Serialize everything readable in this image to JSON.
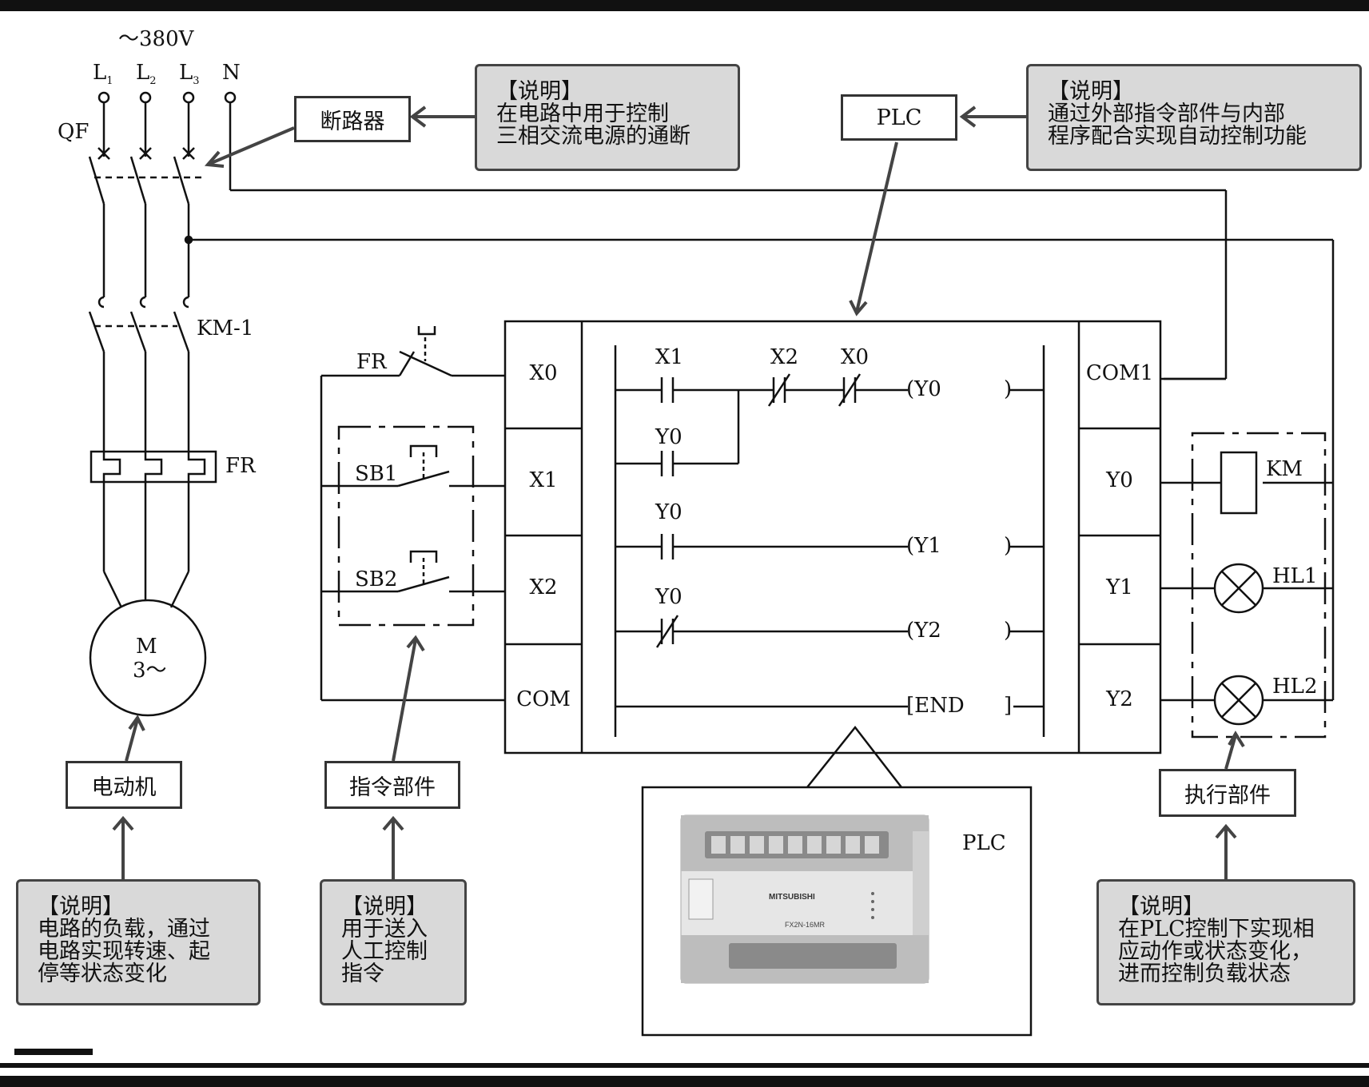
{
  "power": {
    "voltage": "～380V",
    "l1": "L",
    "l1_sub": "1",
    "l2": "L",
    "l2_sub": "2",
    "l3": "L",
    "l3_sub": "3",
    "n": "N"
  },
  "labels": {
    "qf": "QF",
    "km1": "KM-1",
    "fr_top": "FR",
    "fr_left": "FR",
    "sb1": "SB1",
    "sb2": "SB2",
    "motor_m": "M",
    "motor_3": "3～",
    "km": "KM",
    "hl1": "HL1",
    "hl2": "HL2",
    "plc_img": "PLC"
  },
  "tags": {
    "breaker": "断路器",
    "plc": "PLC",
    "motor": "电动机",
    "command": "指令部件",
    "actuator": "执行部件"
  },
  "notes": {
    "breaker": {
      "title": "【说明】",
      "lines": [
        "在电路中用于控制",
        "三相交流电源的通断"
      ]
    },
    "plc": {
      "title": "【说明】",
      "lines": [
        "通过外部指令部件与内部",
        "程序配合实现自动控制功能"
      ]
    },
    "motor": {
      "title": "【说明】",
      "lines": [
        "电路的负载，通过",
        "电路实现转速、起",
        "停等状态变化"
      ]
    },
    "command": {
      "title": "【说明】",
      "lines": [
        "用于送入",
        "人工控制",
        "指令"
      ]
    },
    "actuator": {
      "title": "【说明】",
      "lines": [
        "在PLC控制下实现相",
        "应动作或状态变化，",
        "进而控制负载状态"
      ]
    }
  },
  "plc_inputs": [
    "X0",
    "X1",
    "X2",
    "COM"
  ],
  "plc_outputs": [
    "COM1",
    "Y0",
    "Y1",
    "Y2"
  ],
  "ladder": {
    "c_x1": "X1",
    "c_x2": "X2",
    "c_x0": "X0",
    "c_y0a": "Y0",
    "c_y0b": "Y0",
    "c_y0c": "Y0",
    "coil_y0": "(Y0",
    "coil_y1": "(Y1",
    "coil_y2": "(Y2",
    "end": "[END",
    "close_paren": ")",
    "close_bracket": "]"
  },
  "plc_photo": {
    "brand": "MITSUBISHI",
    "model": "FX2N-16MR"
  }
}
